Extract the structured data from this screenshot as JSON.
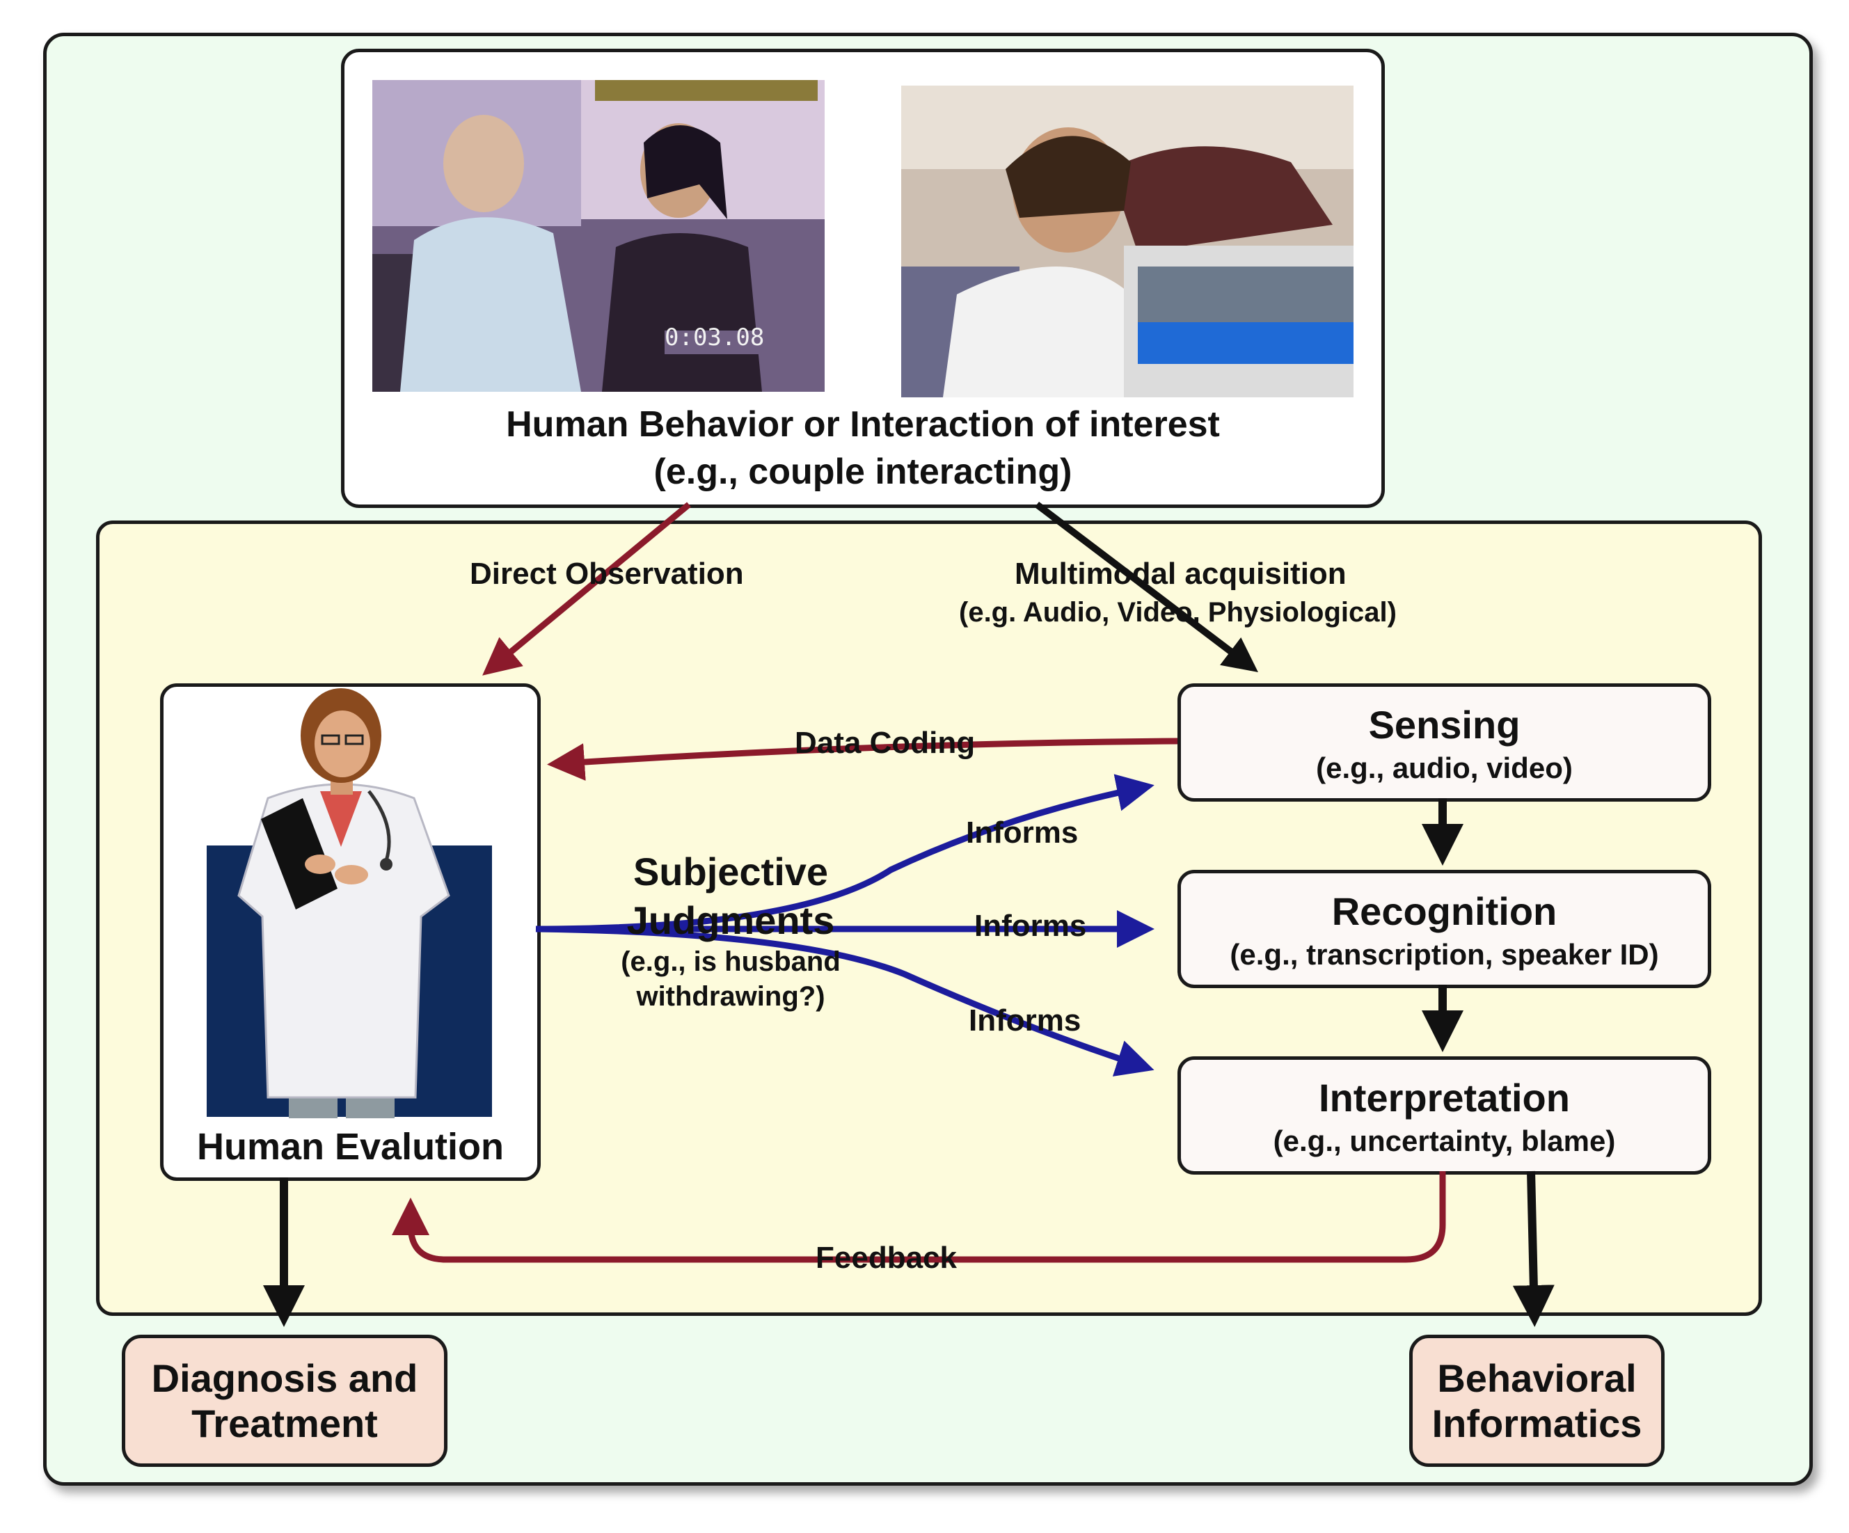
{
  "top": {
    "title": "Human Behavior or Interaction of interest",
    "subtitle": "(e.g., couple interacting)",
    "video_timestamp": "0:03.08"
  },
  "edges": {
    "direct_observation": "Direct Observation",
    "multimodal_title": "Multimodal acquisition",
    "multimodal_sub": "(e.g. Audio, Video, Physiological)",
    "data_coding": "Data Coding",
    "informs_1": "Informs",
    "informs_2": "Informs",
    "informs_3": "Informs",
    "feedback": "Feedback"
  },
  "evaluation": {
    "label": "Human Evalution"
  },
  "judgments": {
    "line1": "Subjective",
    "line2": "Judgments",
    "example1": "(e.g., is husband",
    "example2": "withdrawing?)"
  },
  "stages": {
    "sensing": {
      "title": "Sensing",
      "example": "(e.g., audio, video)"
    },
    "recognition": {
      "title": "Recognition",
      "example": "(e.g., transcription, speaker ID)"
    },
    "interpretation": {
      "title": "Interpretation",
      "example": "(e.g., uncertainty, blame)"
    }
  },
  "outputs": {
    "diagnosis_l1": "Diagnosis and",
    "diagnosis_l2": "Treatment",
    "informatics_l1": "Behavioral",
    "informatics_l2": "Informatics"
  },
  "colors": {
    "outer_bg": "#eefcef",
    "inner_bg": "#fdfbdc",
    "output_bg": "#f8dfd2",
    "red_arrow": "#8b1a2b",
    "blue_arrow": "#1c1c9c",
    "black_arrow": "#111111"
  }
}
